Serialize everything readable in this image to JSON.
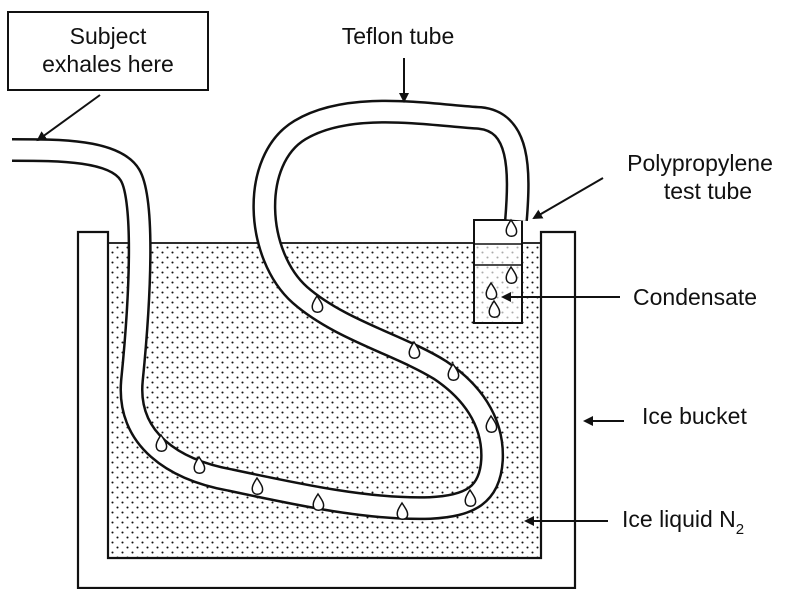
{
  "labels": {
    "subject_line1": "Subject",
    "subject_line2": "exhales here",
    "teflon": "Teflon tube",
    "poly_line1": "Polypropylene",
    "poly_line2": "test tube",
    "condensate": "Condensate",
    "ice_bucket": "Ice bucket",
    "ice_liquid": "Ice liquid N",
    "ice_liquid_sub": "2"
  }
}
